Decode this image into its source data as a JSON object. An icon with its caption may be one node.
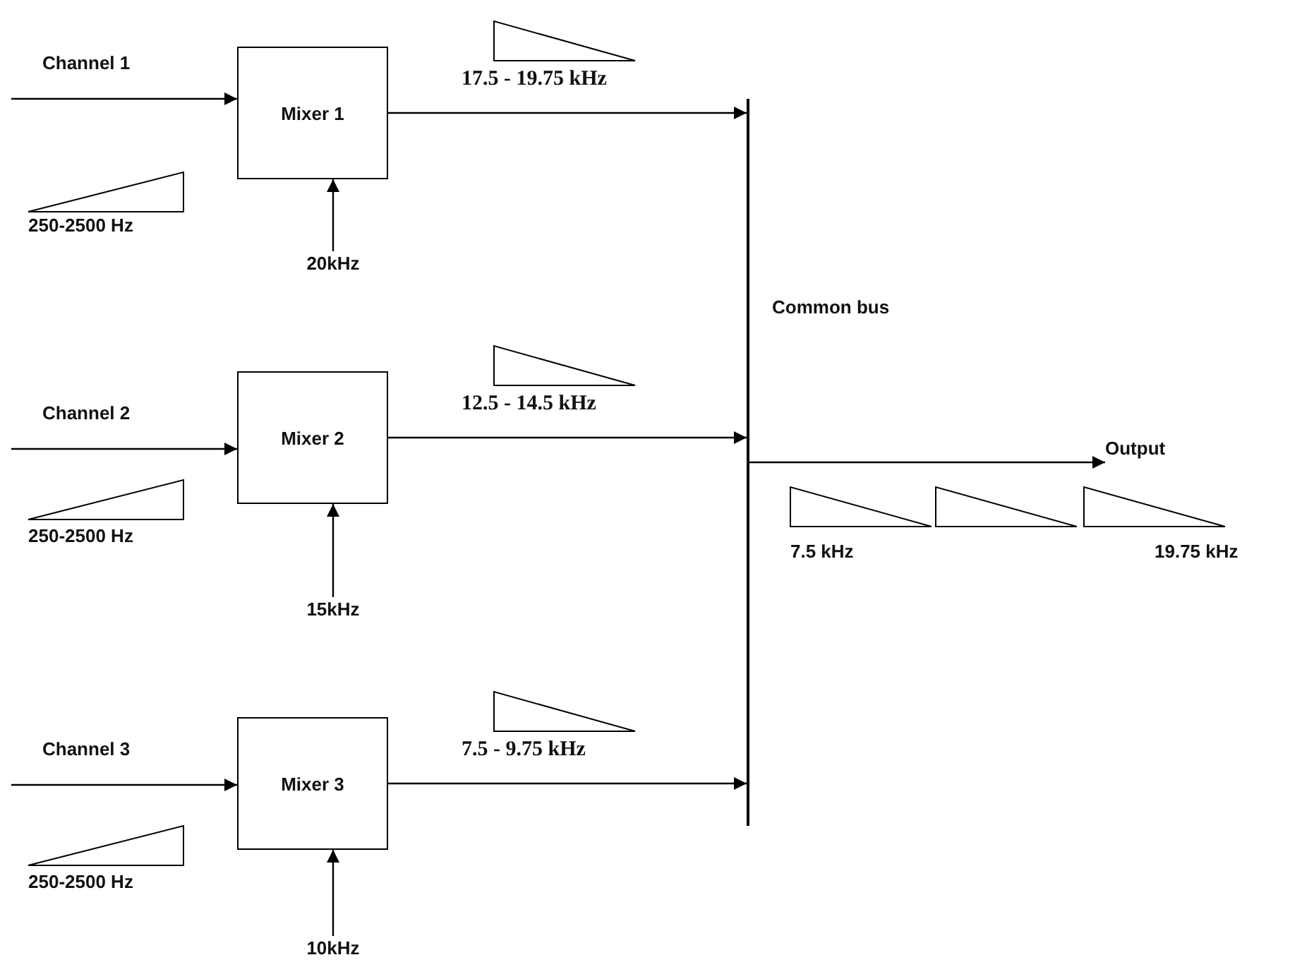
{
  "diagram": {
    "nodes": [
      {
        "text": [
          "Channel 1"
        ]
      },
      {
        "text": [
          "Mixer 1"
        ]
      },
      {
        "text": [
          "20kHz"
        ]
      },
      {
        "text": [
          "Channel 2"
        ]
      },
      {
        "text": [
          "Mixer 2"
        ]
      },
      {
        "text": [
          "15kHz"
        ]
      },
      {
        "text": [
          "Channel 3"
        ]
      },
      {
        "text": [
          "Mixer 3"
        ]
      },
      {
        "text": [
          "10kHz"
        ]
      },
      {
        "text": [],
        "shape": "bar",
        "beside": [
          "Common bus"
        ]
      },
      {
        "text": [
          "Output"
        ]
      }
    ],
    "edges": [
      {
        "from": 0,
        "to": 1,
        "arrow": "to"
      },
      {
        "from": 2,
        "to": 1,
        "arrow": "to"
      },
      {
        "from": 1,
        "to": 9,
        "arrow": "to",
        "label": "17.5 - 19.75 kHz"
      },
      {
        "from": 3,
        "to": 4,
        "arrow": "to"
      },
      {
        "from": 5,
        "to": 4,
        "arrow": "to"
      },
      {
        "from": 4,
        "to": 9,
        "arrow": "to",
        "label": "12.5 - 14.5 kHz"
      },
      {
        "from": 6,
        "to": 7,
        "arrow": "to"
      },
      {
        "from": 8,
        "to": 7,
        "arrow": "to"
      },
      {
        "from": 7,
        "to": 9,
        "arrow": "to",
        "label": "7.5 - 9.75 kHz"
      },
      {
        "from": 9,
        "to": 10,
        "arrow": "to"
      }
    ],
    "labels": [
      "250-2500 Hz",
      "250-2500 Hz",
      "250-2500 Hz",
      "7.5 kHz",
      "19.75 kHz"
    ]
  }
}
